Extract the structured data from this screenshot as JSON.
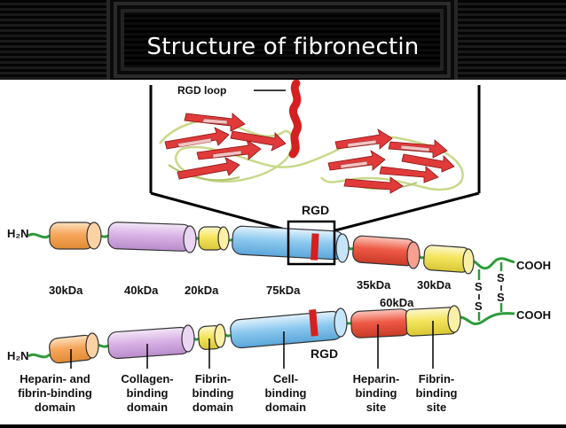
{
  "slide": {
    "title": "Structure of fibronectin"
  },
  "ribbon": {
    "loop_label": "RGD loop"
  },
  "top_strand": {
    "n_terminus": "H₂N",
    "c_terminus": "COOH",
    "rgd_label": "RGD",
    "segments": [
      {
        "name": "segment-1",
        "mass": "30kDa",
        "color": "#f7a75c"
      },
      {
        "name": "segment-2",
        "mass": "40kDa",
        "color": "#d9b3e6"
      },
      {
        "name": "segment-3",
        "mass": "20kDa",
        "color": "#f4e55e"
      },
      {
        "name": "segment-4",
        "mass": "75kDa",
        "color": "#8ec9ef"
      },
      {
        "name": "segment-5",
        "mass": "35kDa",
        "color": "#ee5a46"
      },
      {
        "name": "segment-6",
        "mass": "30kDa",
        "color": "#f4e55e"
      }
    ]
  },
  "bottom_strand": {
    "n_terminus": "H₂N",
    "c_terminus": "COOH",
    "rgd_label": "RGD",
    "mass_60": "60kDa"
  },
  "disulfide": {
    "s": "S"
  },
  "domains": [
    {
      "line1": "Heparin- and",
      "line2": "fibrin-binding",
      "line3": "domain"
    },
    {
      "line1": "Collagen-",
      "line2": "binding",
      "line3": "domain"
    },
    {
      "line1": "Fibrin-",
      "line2": "binding",
      "line3": "domain"
    },
    {
      "line1": "Cell-",
      "line2": "binding",
      "line3": "domain"
    },
    {
      "line1": "Heparin-",
      "line2": "binding",
      "line3": "site"
    },
    {
      "line1": "Fibrin-",
      "line2": "binding",
      "line3": "site"
    }
  ],
  "colors": {
    "linker": "#2e9b3a",
    "rgd_band": "#d42020",
    "ribbon_red": "#e03a3a",
    "ribbon_pink": "#f2c4c4",
    "coil": "#c8d98a"
  }
}
